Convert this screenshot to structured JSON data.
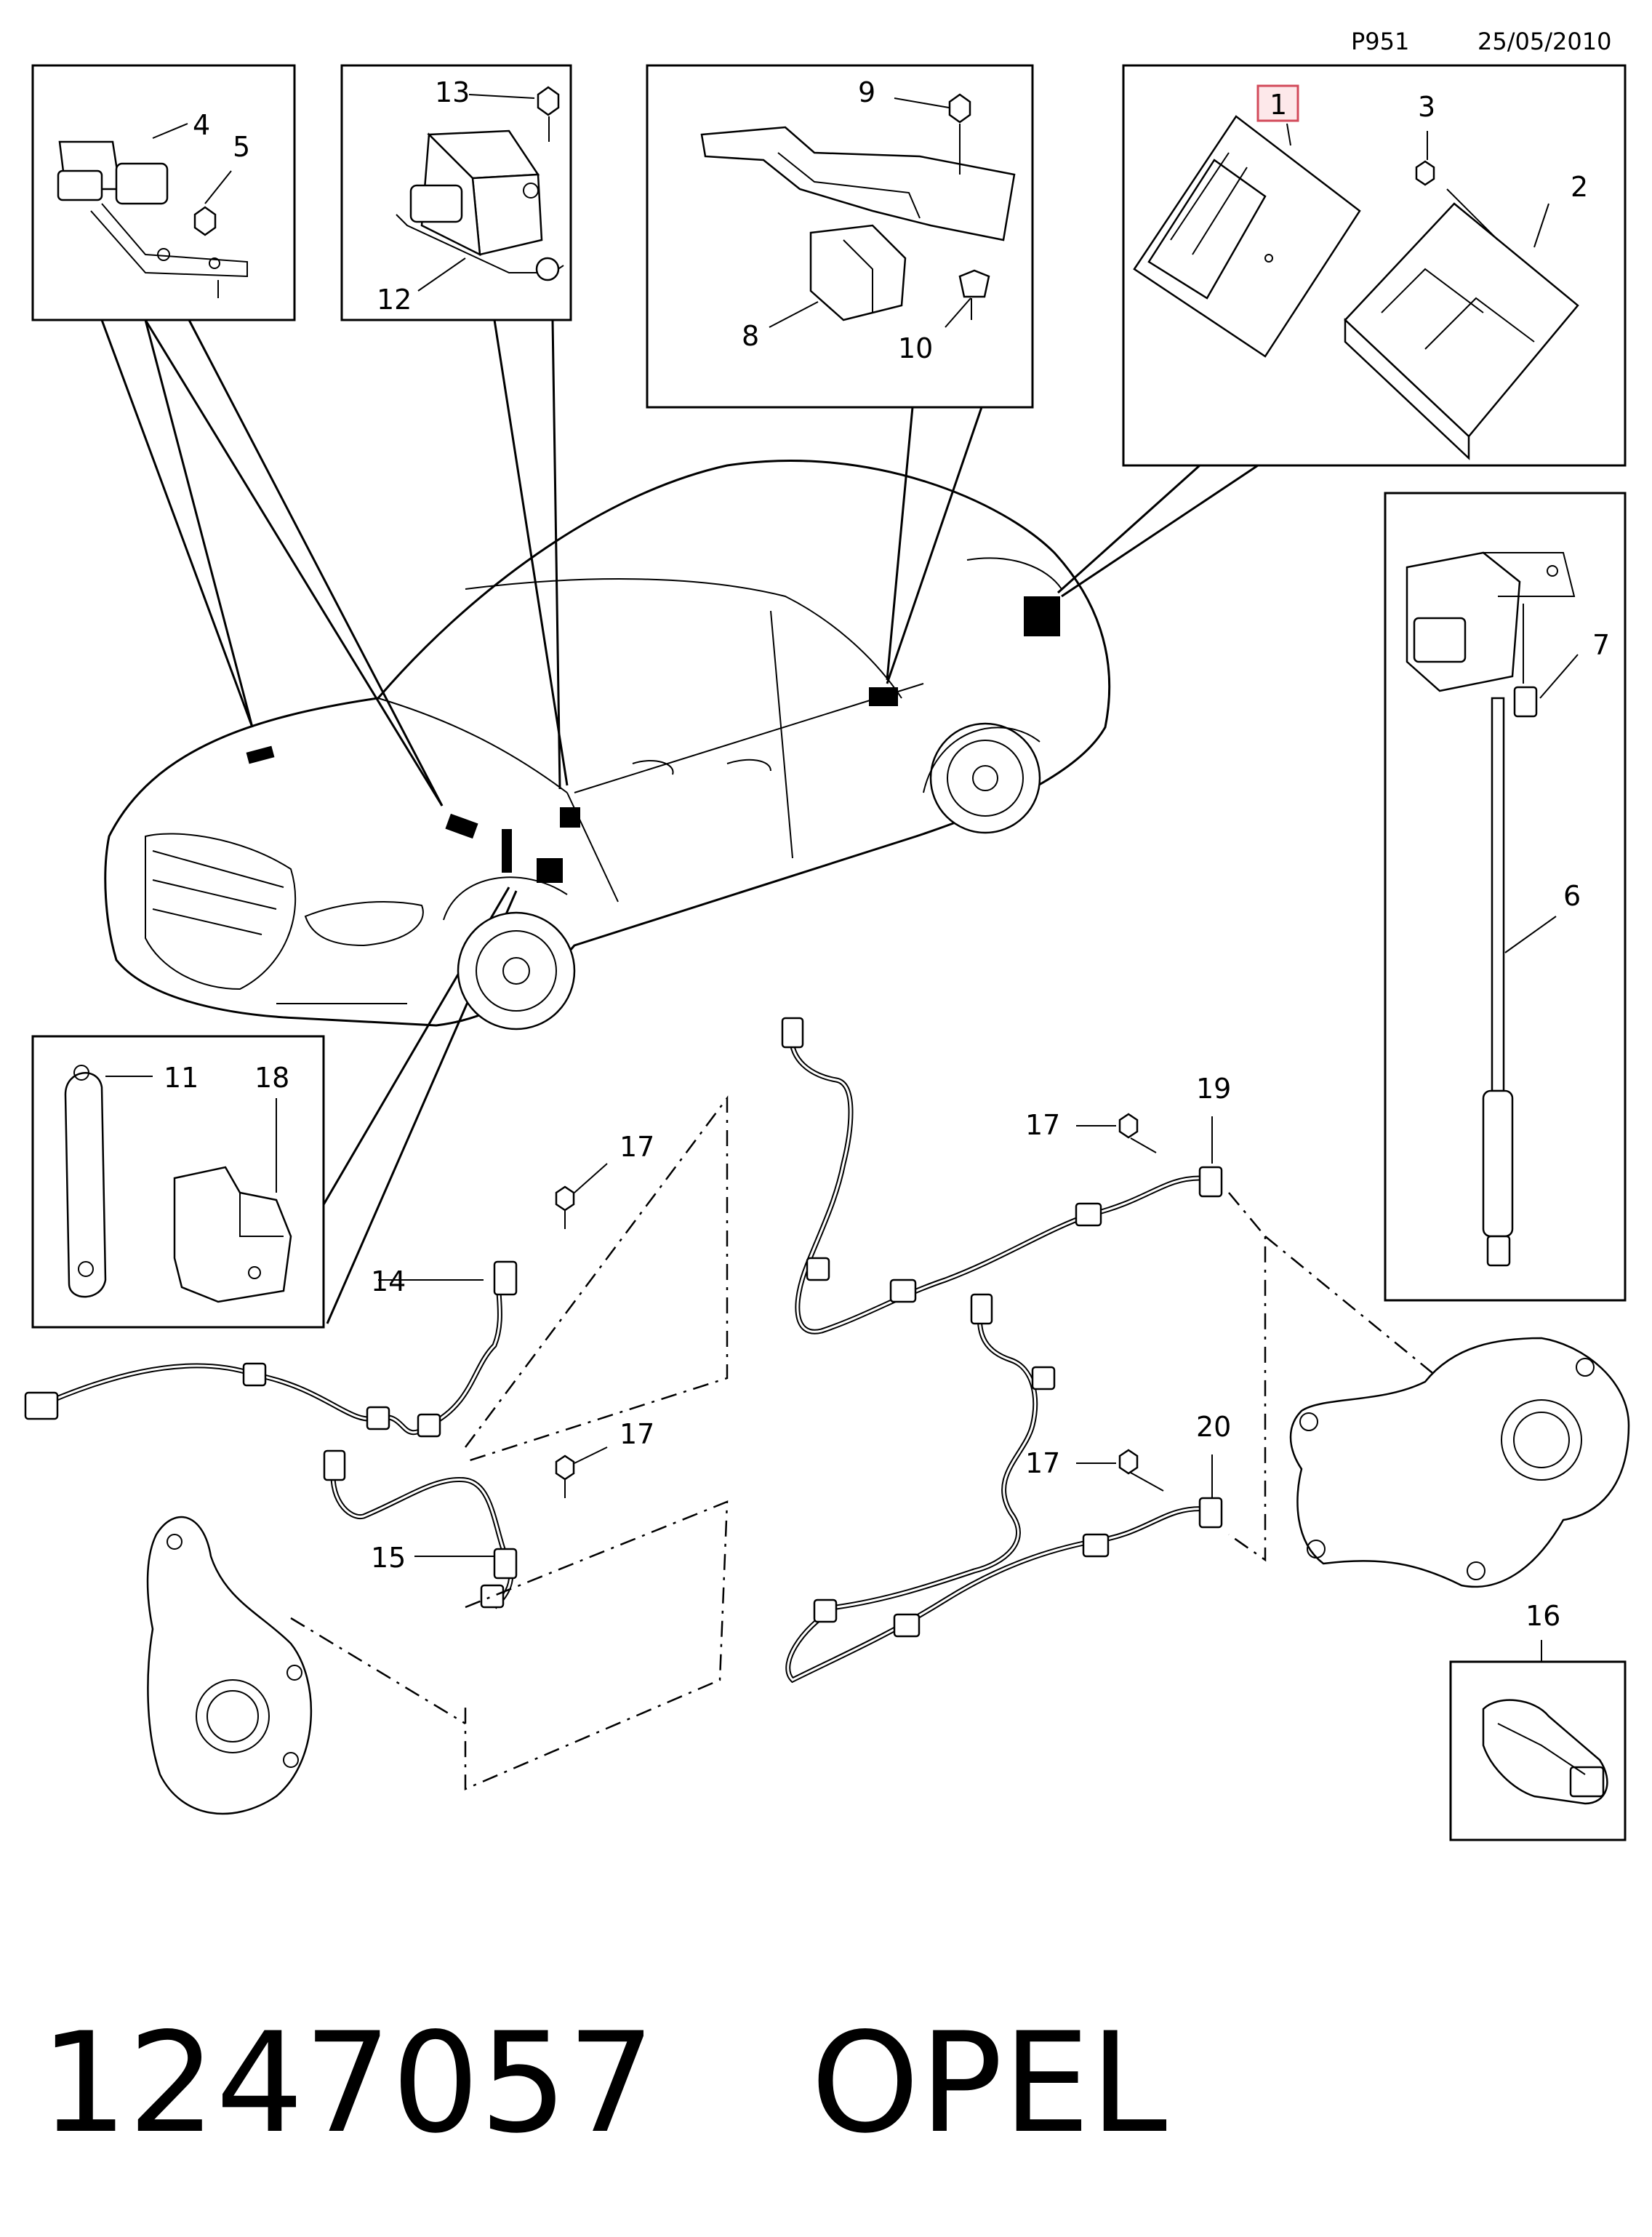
{
  "header": {
    "page_code": "P951",
    "date": "25/05/2010"
  },
  "footer": {
    "part_number": "1247057",
    "brand": "OPEL"
  },
  "callouts": {
    "c1": "1",
    "c2": "2",
    "c3": "3",
    "c4": "4",
    "c5": "5",
    "c6": "6",
    "c7": "7",
    "c8": "8",
    "c9": "9",
    "c10": "10",
    "c11": "11",
    "c12": "12",
    "c13": "13",
    "c14": "14",
    "c15": "15",
    "c16": "16",
    "c17a": "17",
    "c17b": "17",
    "c17c": "17",
    "c17d": "17",
    "c18": "18",
    "c19": "19",
    "c20": "20"
  },
  "colors": {
    "highlight_border": "#d24a5a",
    "highlight_fill": "#fde8ea",
    "line": "#000000"
  }
}
